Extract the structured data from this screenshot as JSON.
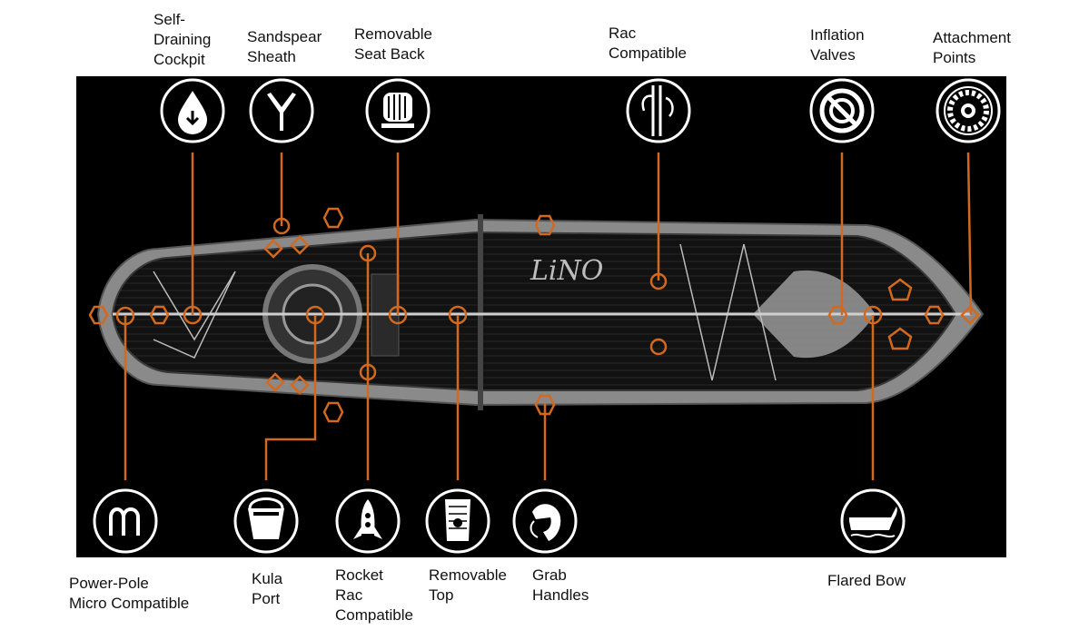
{
  "diagram": {
    "colors": {
      "background": "#000000",
      "accent": "#d2691e",
      "board": "#9a9a9a",
      "deck": "#1a1a1a"
    },
    "logo_text": "LiNO",
    "features": [
      {
        "id": "self-draining-cockpit",
        "label": "Self-\nDraining\nCockpit",
        "icon": "water-drop-icon"
      },
      {
        "id": "sandspear-sheath",
        "label": "Sandspear\nSheath",
        "icon": "sandspear-icon"
      },
      {
        "id": "removable-seat-back",
        "label": "Removable\nSeat Back",
        "icon": "seat-back-icon"
      },
      {
        "id": "rac-compatible",
        "label": "Rac\nCompatible",
        "icon": "rac-icon"
      },
      {
        "id": "inflation-valves",
        "label": "Inflation\nValves",
        "icon": "valve-icon"
      },
      {
        "id": "attachment-points",
        "label": "Attachment\nPoints",
        "icon": "attachment-point-icon"
      },
      {
        "id": "power-pole",
        "label": "Power-Pole\nMicro Compatible",
        "icon": "power-pole-icon"
      },
      {
        "id": "kula-port",
        "label": "Kula\nPort",
        "icon": "bucket-icon"
      },
      {
        "id": "rocket-rac",
        "label": "Rocket\nRac\nCompatible",
        "icon": "rocket-icon"
      },
      {
        "id": "removable-top",
        "label": "Removable\nTop",
        "icon": "board-top-icon"
      },
      {
        "id": "grab-handles",
        "label": "Grab\nHandles",
        "icon": "hand-grab-icon"
      },
      {
        "id": "flared-bow",
        "label": "Flared Bow",
        "icon": "flared-bow-icon"
      }
    ]
  }
}
